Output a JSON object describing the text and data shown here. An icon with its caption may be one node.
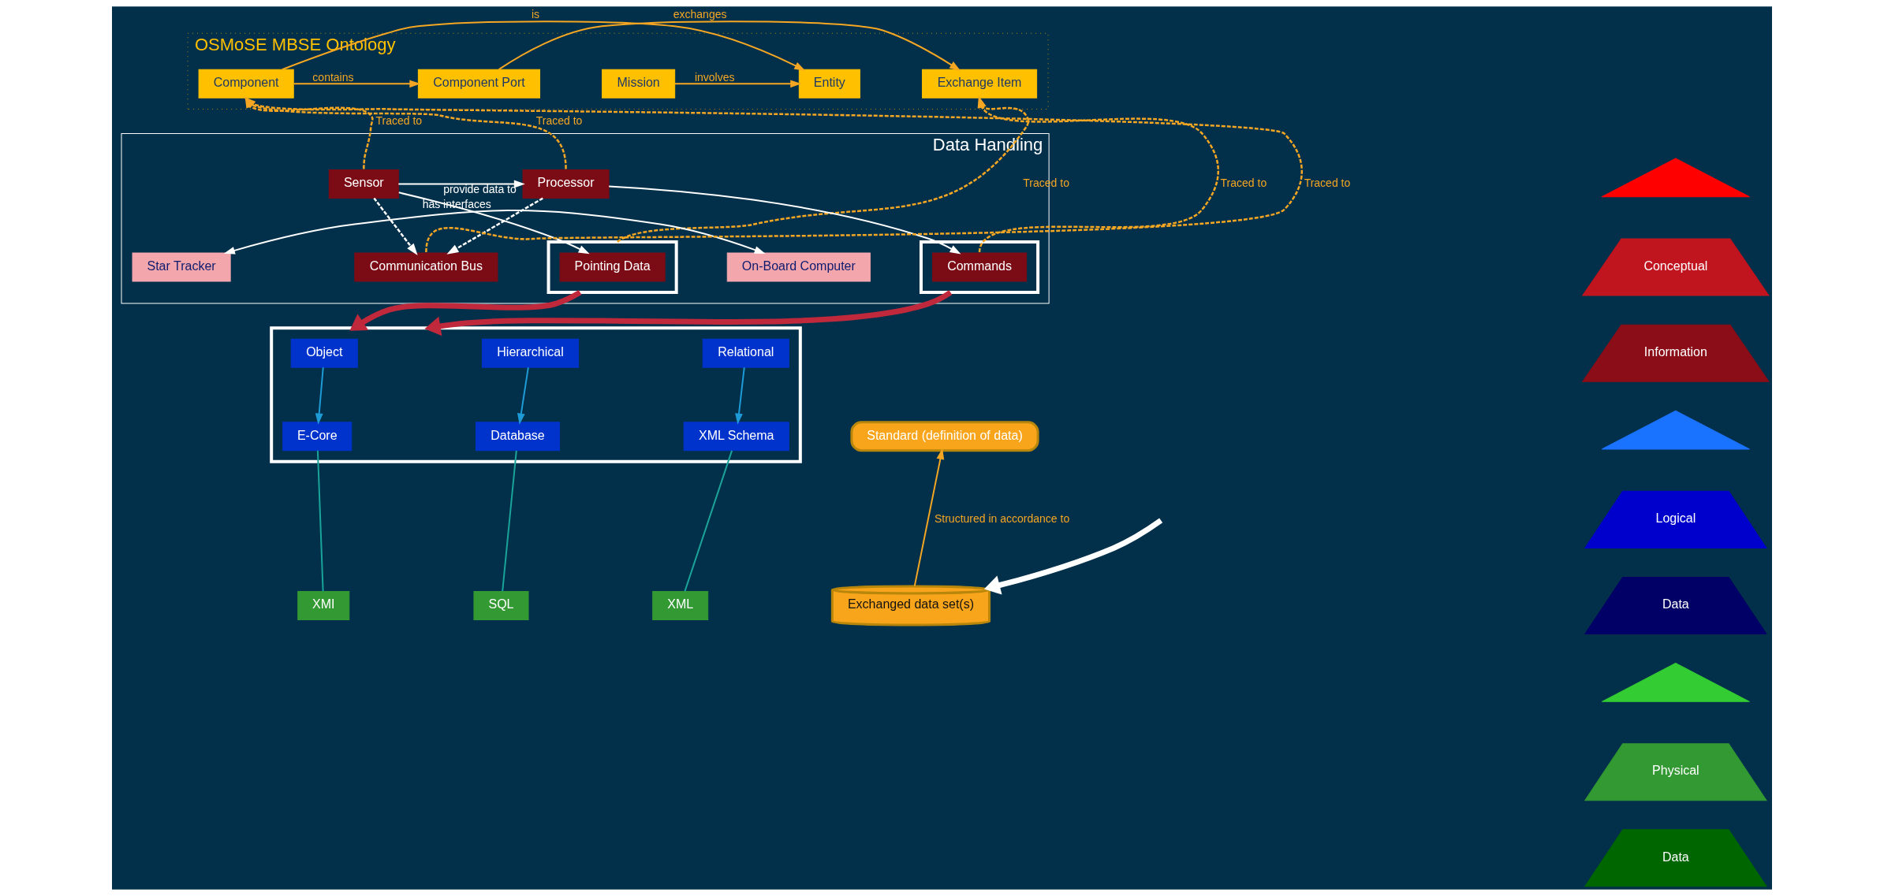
{
  "diagram": {
    "nodes": [
      {
        "text": [
          "OSMoSE MBSE Ontology"
        ]
      },
      {
        "text": [
          "Mission"
        ],
        "in": 0
      },
      {
        "text": [
          "Entity"
        ],
        "in": 0
      },
      {
        "text": [
          "Component"
        ],
        "in": 0
      },
      {
        "text": [
          "Component Port"
        ],
        "in": 0
      },
      {
        "text": [
          "Exchange Item"
        ],
        "in": 0
      },
      {
        "text": [],
        "shape": "triangle"
      },
      {
        "text": [
          "Conceptual"
        ]
      },
      {
        "text": [
          "Information"
        ]
      },
      {
        "text": [],
        "shape": "triangle"
      },
      {
        "text": [
          "Logical"
        ]
      },
      {
        "text": [
          "Data"
        ]
      },
      {
        "text": [],
        "shape": "triangle"
      },
      {
        "text": [
          "Physical"
        ]
      },
      {
        "text": [
          "Data"
        ]
      },
      {
        "text": [
          "Data Handling"
        ]
      },
      {
        "text": [],
        "shape": "box",
        "in": 15
      },
      {
        "text": [
          "Pointing Data"
        ],
        "in": 16
      },
      {
        "text": [
          "Sensor"
        ],
        "in": 15
      },
      {
        "text": [
          "Processor"
        ],
        "in": 15
      },
      {
        "text": [],
        "shape": "box",
        "in": 15
      },
      {
        "text": [
          "Commands"
        ],
        "in": 20
      },
      {
        "text": [
          "Star Tracker"
        ],
        "in": 15
      },
      {
        "text": [
          "On-Board Computer"
        ],
        "in": 15
      },
      {
        "text": [
          "Communication Bus"
        ],
        "in": 15
      },
      {
        "text": [],
        "shape": "box"
      },
      {
        "text": [
          "Object"
        ],
        "in": 25
      },
      {
        "text": [
          "Hierarchical"
        ],
        "in": 25
      },
      {
        "text": [
          "Relational"
        ],
        "in": 25
      },
      {
        "text": [
          "E-Core"
        ],
        "in": 25
      },
      {
        "text": [
          "Database"
        ],
        "in": 25
      },
      {
        "text": [
          "XML Schema"
        ],
        "in": 25
      },
      {
        "text": [
          "Standard (definition of data)"
        ]
      },
      {
        "text": [
          "XMI"
        ]
      },
      {
        "text": [
          "SQL"
        ]
      },
      {
        "text": [
          "XML"
        ]
      },
      {
        "text": [
          "Exchanged data set(s)"
        ]
      }
    ],
    "edges": [
      {
        "from": 1,
        "to": 2,
        "arrow": "to",
        "label": "involves"
      },
      {
        "from": 3,
        "to": 2,
        "arrow": "to",
        "label": "is"
      },
      {
        "from": 3,
        "to": 4,
        "arrow": "to",
        "label": "contains"
      },
      {
        "from": 4,
        "to": 5,
        "arrow": "to",
        "label": "exchanges"
      },
      {
        "from": 16,
        "to": 5,
        "arrow": "to",
        "label": "Traced to",
        "style": "dashed"
      },
      {
        "from": 18,
        "to": 3,
        "arrow": "to",
        "label": "Traced to",
        "style": "dashed"
      },
      {
        "from": 24,
        "to": 3,
        "arrow": "to",
        "label": "Traced to",
        "style": "dashed"
      },
      {
        "from": 19,
        "to": 3,
        "arrow": "to",
        "label": "Traced to",
        "style": "dashed"
      },
      {
        "from": 21,
        "to": 5,
        "arrow": "to",
        "label": "Traced to",
        "style": "dashed"
      },
      {
        "from": 18,
        "to": 17,
        "arrow": "to",
        "color": "#ffffff"
      },
      {
        "from": 18,
        "to": 19,
        "arrow": "to",
        "label": "provide data to",
        "color": "#ffffff"
      },
      {
        "from": 19,
        "to": 21,
        "arrow": "to",
        "color": "#ffffff"
      },
      {
        "from": 18,
        "to": 24,
        "arrow": "to",
        "style": "dashed",
        "color": "#ffffff"
      },
      {
        "from": 19,
        "to": 24,
        "arrow": "to",
        "style": "dashed",
        "color": "#ffffff"
      },
      {
        "from": 22,
        "to": 23,
        "arrow": "both",
        "label": "has interfaces",
        "color": "#ffffff"
      },
      {
        "from": 16,
        "to": 25,
        "arrow": "to",
        "style": "thick",
        "color": "#c0283c"
      },
      {
        "from": 20,
        "to": 25,
        "arrow": "to",
        "style": "thick",
        "color": "#c0283c"
      },
      {
        "from": 26,
        "to": 29,
        "arrow": "to",
        "color": "#1e9bd7"
      },
      {
        "from": 27,
        "to": 30,
        "arrow": "to",
        "color": "#1e9bd7"
      },
      {
        "from": 28,
        "to": 31,
        "arrow": "to",
        "color": "#1e9bd7"
      },
      {
        "from": 29,
        "to": 33,
        "arrow": "none",
        "color": "#1aa39a"
      },
      {
        "from": 30,
        "to": 34,
        "arrow": "none",
        "color": "#1aa39a"
      },
      {
        "from": 31,
        "to": 35,
        "arrow": "none",
        "color": "#1aa39a"
      },
      {
        "from": null,
        "to": 36,
        "arrow": "to",
        "style": "thick",
        "color": "#ffffff"
      },
      {
        "from": 36,
        "to": 32,
        "arrow": "to",
        "label": "Structured in accordance to"
      }
    ]
  }
}
